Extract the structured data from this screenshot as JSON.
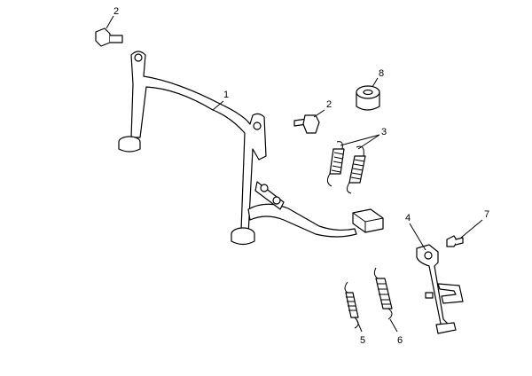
{
  "diagram": {
    "callouts": [
      {
        "id": "callout-1",
        "text": "1"
      },
      {
        "id": "callout-2a",
        "text": "2"
      },
      {
        "id": "callout-2b",
        "text": "2"
      },
      {
        "id": "callout-3",
        "text": "3"
      },
      {
        "id": "callout-4",
        "text": "4"
      },
      {
        "id": "callout-5",
        "text": "5"
      },
      {
        "id": "callout-6",
        "text": "6"
      },
      {
        "id": "callout-7",
        "text": "7"
      },
      {
        "id": "callout-8",
        "text": "8"
      }
    ]
  }
}
